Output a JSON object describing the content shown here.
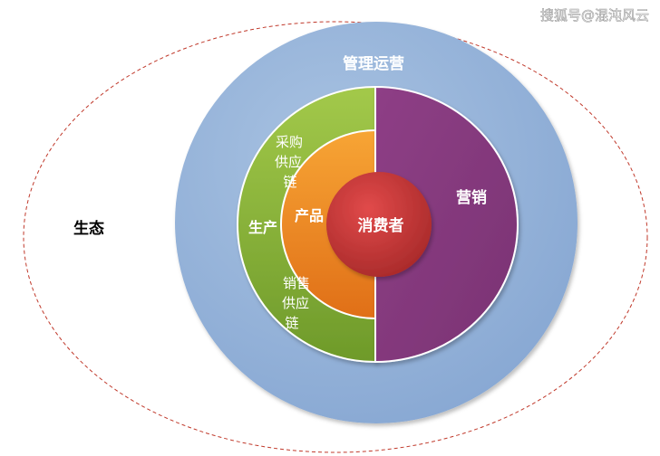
{
  "watermark": "搜狐号@混沌风云",
  "layers": {
    "ecosystem": "生态",
    "management": "管理运营",
    "production": "生产",
    "procurement_chain": [
      "采购",
      "供应",
      "链"
    ],
    "sales_chain": [
      "销售",
      "供应",
      "链"
    ],
    "product": "产品",
    "marketing": "营销",
    "consumer": "消费者"
  },
  "colors": {
    "ecosystem_border": "#c0392b",
    "management": "#95b3d7",
    "production": "#8cb83e",
    "product": "#f39a1e",
    "marketing": "#8a3d7f",
    "consumer": "#c23a3a",
    "label_light": "#ffffff",
    "label_dark": "#000000"
  }
}
